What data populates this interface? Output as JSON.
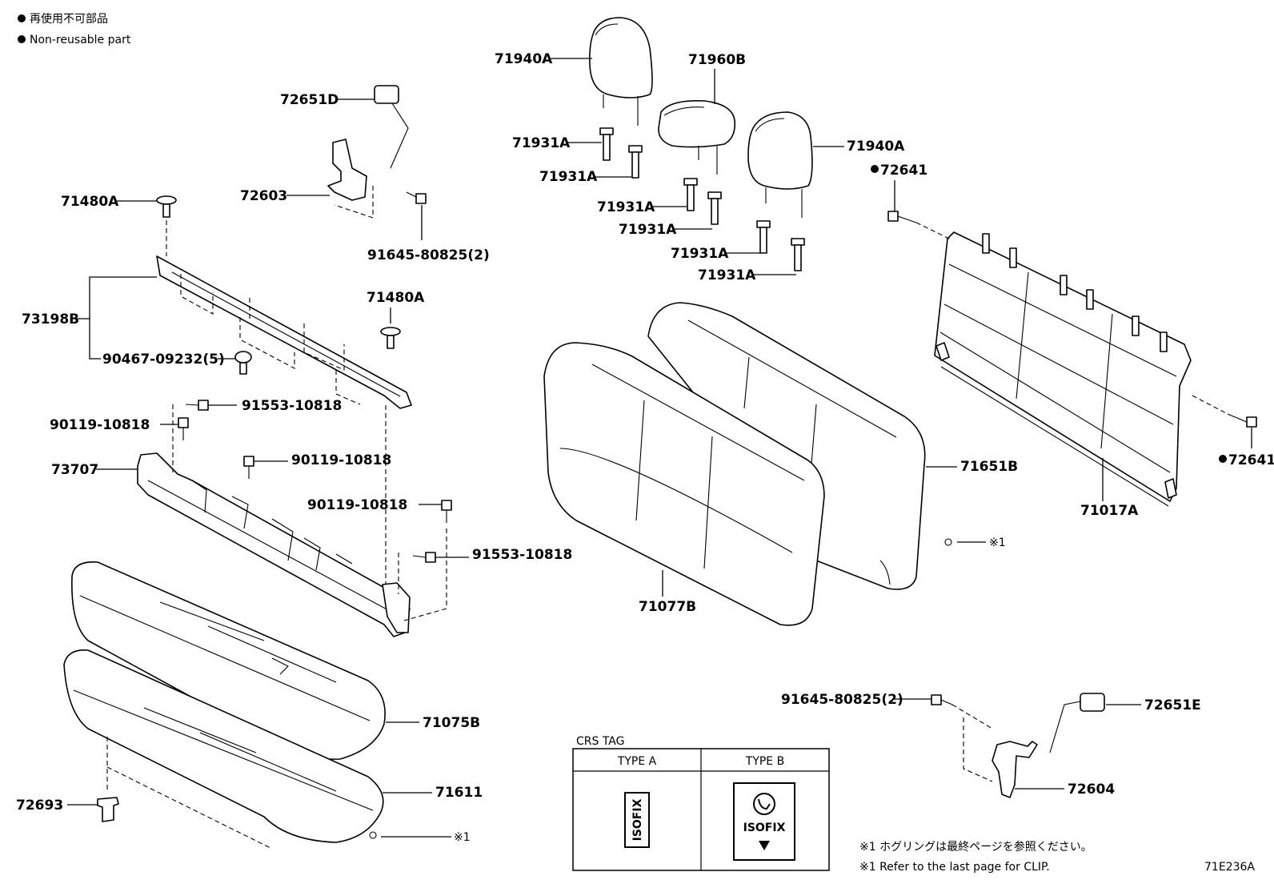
{
  "legend": {
    "line1": "再使用不可部品",
    "line2": "Non-reusable part"
  },
  "labels": {
    "headrest_left": "71940A",
    "headrest_center": "71960B",
    "headrest_right": "71940A",
    "guide_1": "71931A",
    "guide_2": "71931A",
    "guide_3": "71931A",
    "guide_4": "71931A",
    "guide_5": "71931A",
    "guide_6": "71931A",
    "bolt_72641_top": "72641",
    "bolt_72641_right": "72641",
    "hook_72651D": "72651D",
    "bracket_72603": "72603",
    "screw_91645_top": "91645-80825(2)",
    "clip_71480A_left": "71480A",
    "clip_71480A_mid": "71480A",
    "cover_73198B": "73198B",
    "screw_90467": "90467-09232(5)",
    "bolt_91553_a": "91553-10818",
    "bolt_90119_a": "90119-10818",
    "frame_73707": "73707",
    "bolt_90119_b": "90119-10818",
    "bolt_90119_c": "90119-10818",
    "bolt_91553_b": "91553-10818",
    "cushion_71075B": "71075B",
    "pad_71611": "71611",
    "clip_72693": "72693",
    "clip_ref_bottom": "※1",
    "back_71651B": "71651B",
    "back_71077B": "71077B",
    "clip_ref_mid": "※1",
    "frame_71017A": "71017A",
    "screw_91645_bottom": "91645-80825(2)",
    "hook_72651E": "72651E",
    "bracket_72604": "72604"
  },
  "crs_tag": {
    "title": "CRS TAG",
    "type_a": "TYPE A",
    "type_b": "TYPE B",
    "isofix_a": "ISOFIX",
    "isofix_b": "ISOFIX"
  },
  "notes": {
    "jp": "※1 ホグリングは最終ページを参照ください。",
    "en": "※1 Refer to the last page for CLIP."
  },
  "ref_code": "71E236A"
}
